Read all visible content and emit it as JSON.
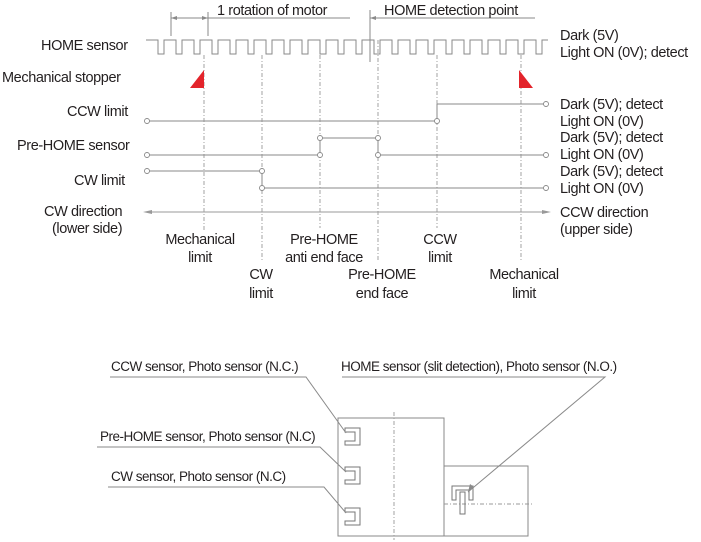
{
  "timing": {
    "top_labels": {
      "rotation": "1 rotation of motor",
      "home_point": "HOME detection point"
    },
    "rows": {
      "home_sensor": "HOME sensor",
      "mech_stopper": "Mechanical stopper",
      "ccw_limit": "CCW limit",
      "pre_home": "Pre-HOME sensor",
      "cw_limit": "CW limit",
      "cw_direction": [
        "CW direction",
        "(lower side)"
      ]
    },
    "states": {
      "home_dark": "Dark (5V)",
      "home_light": "Light ON (0V); detect",
      "ccw_dark": "Dark (5V); detect",
      "ccw_light": "Light ON (0V)",
      "pre_dark": "Dark (5V); detect",
      "pre_light": "Light ON (0V)",
      "cw_dark": "Dark (5V); detect",
      "cw_light": "Light ON (0V)",
      "ccw_direction": [
        "CCW direction",
        "(upper side)"
      ]
    },
    "positions": {
      "mech_limit_left": [
        "Mechanical",
        "limit"
      ],
      "cw_limit": [
        "CW",
        "limit"
      ],
      "pre_home_anti": [
        "Pre-HOME",
        "anti end face"
      ],
      "pre_home_end": [
        "Pre-HOME",
        "end face"
      ],
      "ccw_limit": [
        "CCW",
        "limit"
      ],
      "mech_limit_right": [
        "Mechanical",
        "limit"
      ]
    }
  },
  "layout_diagram": {
    "ccw_sensor": "CCW sensor, Photo sensor (N.C.)",
    "home_sensor": "HOME sensor (slit detection), Photo sensor (N.O.)",
    "pre_home_sensor": "Pre-HOME sensor, Photo sensor (N.C)",
    "cw_sensor": "CW sensor, Photo sensor (N.C)"
  },
  "colors": {
    "stopper": "#e3242b",
    "line": "#8a8a8a",
    "text": "#231f20"
  }
}
